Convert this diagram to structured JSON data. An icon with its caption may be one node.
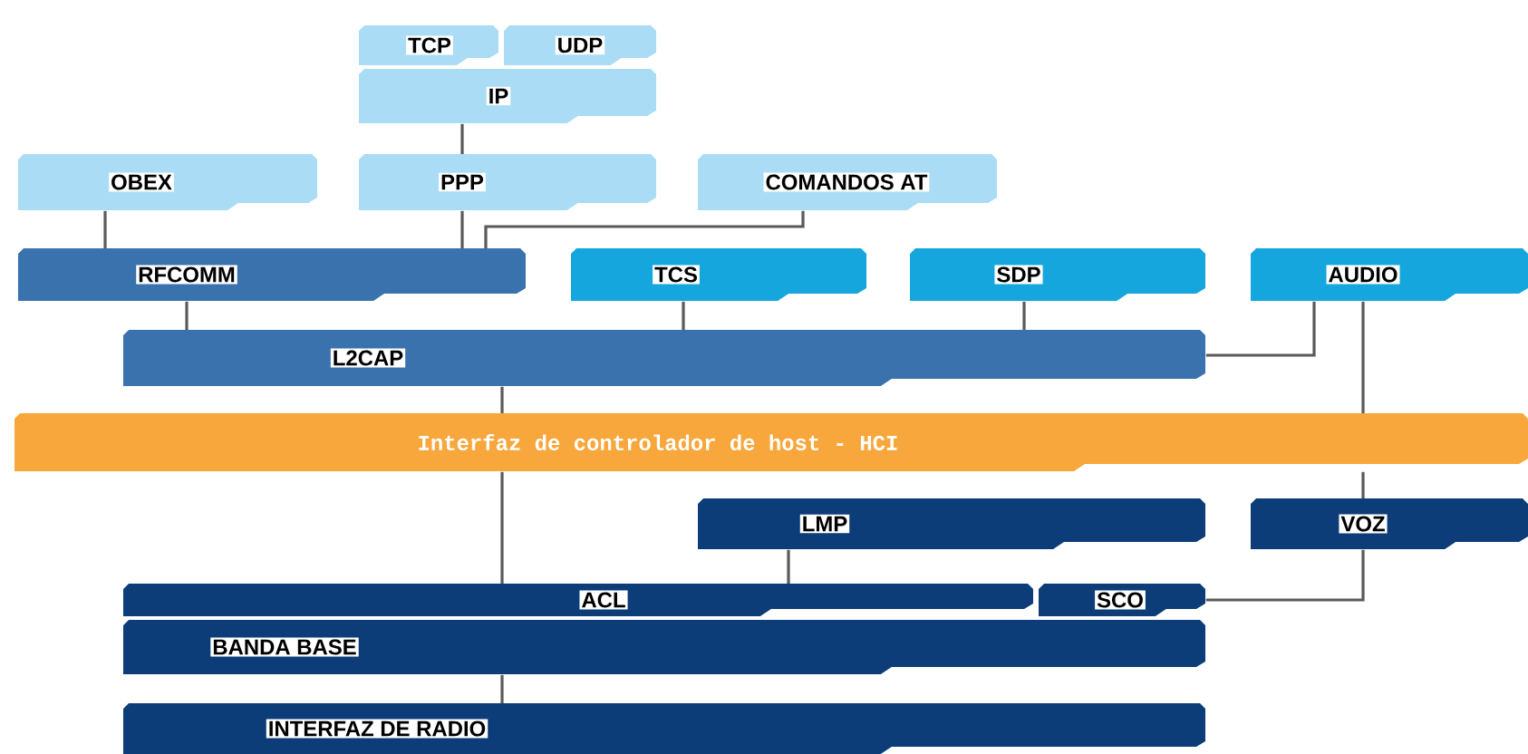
{
  "diagram": {
    "nodes": [
      {
        "text": [
          "TCP"
        ]
      },
      {
        "text": [
          "UDP"
        ]
      },
      {
        "text": [
          "IP"
        ]
      },
      {
        "text": [
          "OBEX"
        ]
      },
      {
        "text": [
          "PPP"
        ]
      },
      {
        "text": [
          "COMANDOS AT"
        ]
      },
      {
        "text": [
          "RFCOMM"
        ]
      },
      {
        "text": [
          "TCS"
        ]
      },
      {
        "text": [
          "SDP"
        ]
      },
      {
        "text": [
          "AUDIO"
        ]
      },
      {
        "text": [
          "L2CAP"
        ]
      },
      {
        "text": [
          "Interfaz de controlador de host - HCI"
        ]
      },
      {
        "text": [
          "LMP"
        ]
      },
      {
        "text": [
          "VOZ"
        ]
      },
      {
        "text": [
          "ACL"
        ]
      },
      {
        "text": [
          "SCO"
        ]
      },
      {
        "text": [
          "BANDA BASE"
        ]
      },
      {
        "text": [
          "INTERFAZ DE RADIO"
        ]
      }
    ],
    "edges": [
      {
        "from": 2,
        "to": 4,
        "arrow": "none"
      },
      {
        "from": 3,
        "to": 6,
        "arrow": "none"
      },
      {
        "from": 4,
        "to": 6,
        "arrow": "none"
      },
      {
        "from": 5,
        "to": 6,
        "arrow": "none"
      },
      {
        "from": 6,
        "to": 10,
        "arrow": "none"
      },
      {
        "from": 7,
        "to": 10,
        "arrow": "none"
      },
      {
        "from": 8,
        "to": 10,
        "arrow": "none"
      },
      {
        "from": 9,
        "to": 10,
        "arrow": "none"
      },
      {
        "from": 10,
        "to": 11,
        "arrow": "none"
      },
      {
        "from": 9,
        "to": 11,
        "arrow": "none"
      },
      {
        "from": 11,
        "to": 13,
        "arrow": "none"
      },
      {
        "from": 11,
        "to": 14,
        "arrow": "none"
      },
      {
        "from": 12,
        "to": 14,
        "arrow": "none"
      },
      {
        "from": 13,
        "to": 15,
        "arrow": "none"
      },
      {
        "from": 16,
        "to": 17,
        "arrow": "none"
      }
    ]
  }
}
